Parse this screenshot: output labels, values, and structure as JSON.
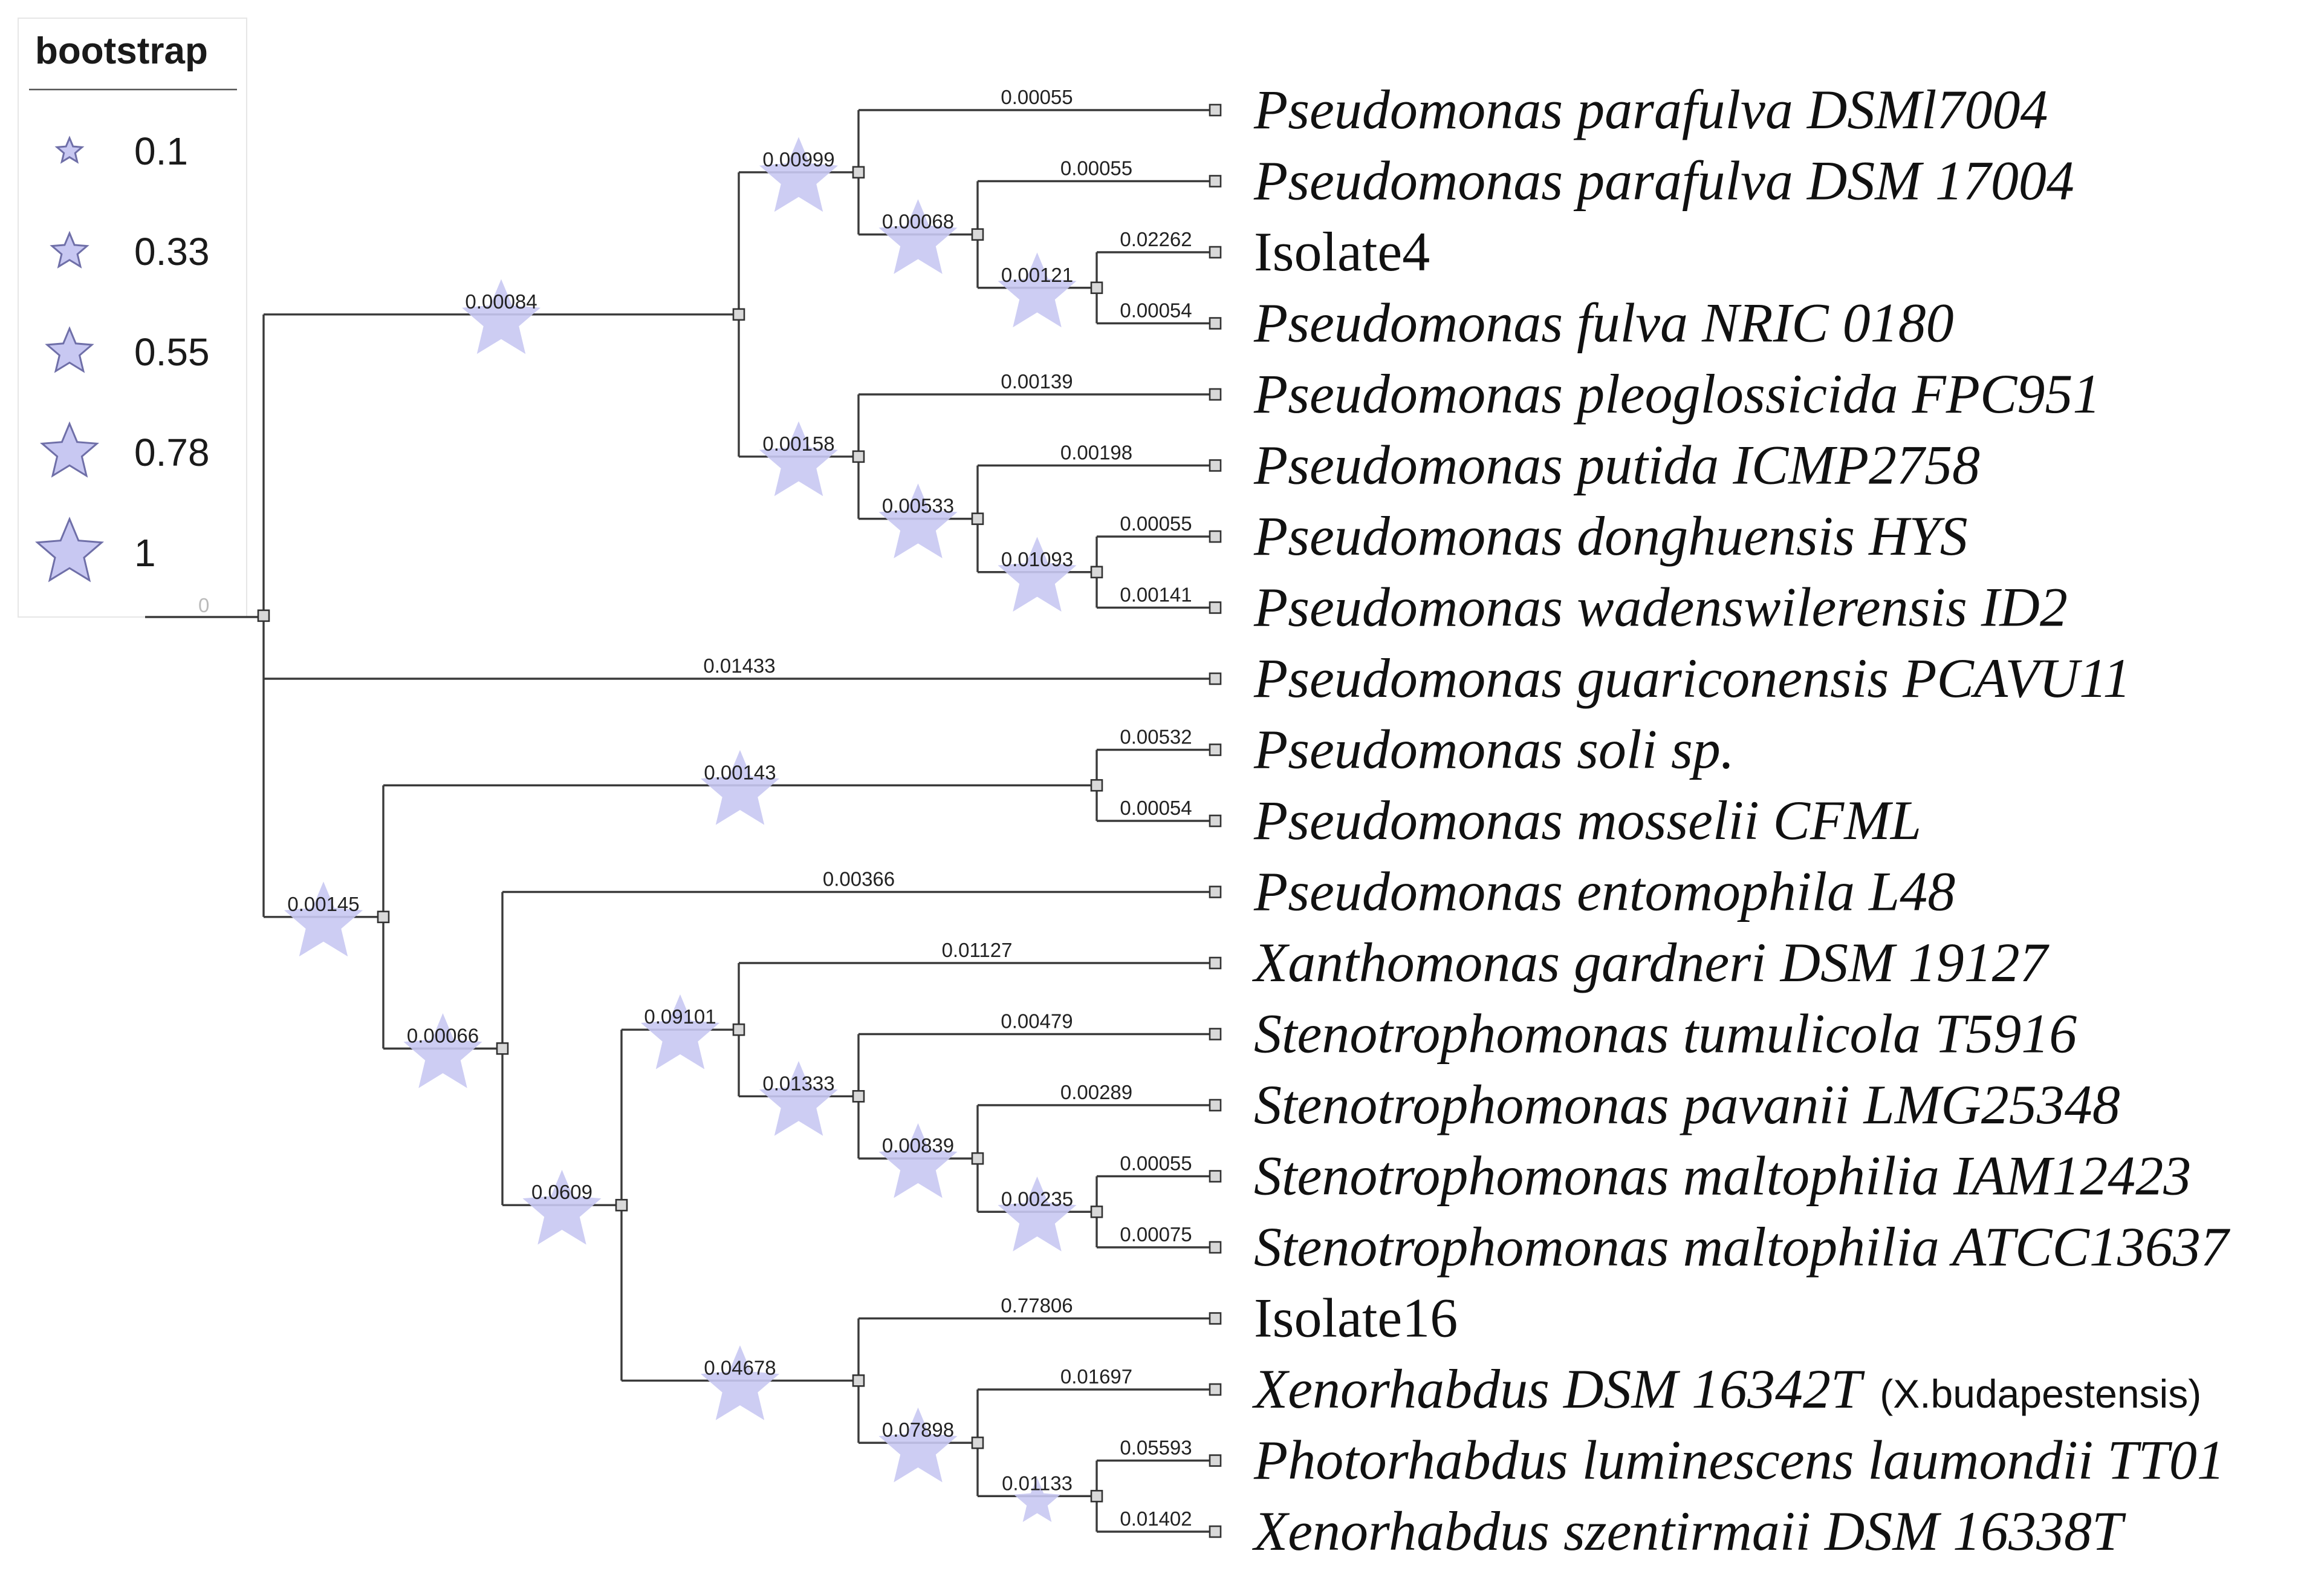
{
  "legend": {
    "title": "bootstrap",
    "items": [
      {
        "label": "0.1",
        "value": 0.1
      },
      {
        "label": "0.33",
        "value": 0.33
      },
      {
        "label": "0.55",
        "value": 0.55
      },
      {
        "label": "0.78",
        "value": 0.78
      },
      {
        "label": "1",
        "value": 1
      }
    ]
  },
  "colors": {
    "branch": "#3a3a3a",
    "star_fill": "#c8c8f2",
    "node_fill": "#d9d9d9"
  },
  "root_label": "0",
  "branch_lengths": {
    "clade_top": "0.00084",
    "clade_parafulva": "0.00999",
    "parafulva_dsml7004": "0.00055",
    "clade_isolate4": "0.00068",
    "parafulva_dsm17004": "0.00055",
    "clade_isolate4_fulva": "0.00121",
    "isolate4": "0.02262",
    "fulva": "0.00054",
    "clade_putida": "0.00158",
    "pleoglossicida": "0.00139",
    "clade_putida_inner": "0.00533",
    "putida": "0.00198",
    "clade_dong": "0.01093",
    "donghuensis": "0.00055",
    "wadenswilerensis": "0.00141",
    "guariconensis": "0.01433",
    "clade_bottom": "0.00145",
    "clade_soli": "0.00143",
    "soli": "0.00532",
    "mosselii": "0.00054",
    "clade_rest": "0.00066",
    "entomophila": "0.00366",
    "clade_xs": "0.0609",
    "clade_steno": "0.09101",
    "gardneri": "0.01127",
    "clade_steno_inner": "0.01333",
    "tumulicola": "0.00479",
    "clade_steno2": "0.00839",
    "pavanii": "0.00289",
    "clade_malto": "0.00235",
    "maltophilia_iam": "0.00055",
    "maltophilia_atcc": "0.00075",
    "clade_xeno": "0.04678",
    "isolate16": "0.77806",
    "clade_xeno_inner": "0.07898",
    "xeno_dsm16342": "0.01697",
    "clade_photo": "0.01133",
    "photorhabdus": "0.05593",
    "szentirmaii": "0.01402"
  },
  "taxa": [
    {
      "label": "Pseudomonas parafulva DSMl7004",
      "italic": true
    },
    {
      "label": "Pseudomonas parafulva DSM 17004",
      "italic": true
    },
    {
      "label": "Isolate4",
      "italic": false
    },
    {
      "label": "Pseudomonas fulva NRIC 0180",
      "italic": true
    },
    {
      "label": "Pseudomonas  pleoglossicida  FPC951",
      "italic": true
    },
    {
      "label": "Pseudomonas putida ICMP2758",
      "italic": true
    },
    {
      "label": "Pseudomonas donghuensis HYS",
      "italic": true
    },
    {
      "label": "Pseudomonas wadenswilerensis  ID2",
      "italic": true
    },
    {
      "label": "Pseudomonas guariconensis PCAVU11",
      "italic": true
    },
    {
      "label": "Pseudomonas soli sp.",
      "italic": true
    },
    {
      "label": "Pseudomonas mosselii CFML",
      "italic": true
    },
    {
      "label": "Pseudomonas  entomophila L48",
      "italic": true
    },
    {
      "label": "Xanthomonas gardneri DSM 19127",
      "italic": true
    },
    {
      "label": "Stenotrophomonas tumulicola T5916",
      "italic": true
    },
    {
      "label": "Stenotrophomonas pavanii LMG25348",
      "italic": true
    },
    {
      "label": "Stenotrophomonas  maltophilia IAM12423",
      "italic": true
    },
    {
      "label": "Stenotrophomonas maltophilia ATCC13637",
      "italic": true
    },
    {
      "label": "Isolate16",
      "italic": false
    },
    {
      "label": "Xenorhabdus DSM 16342T",
      "italic": true,
      "note": "(X.budapestensis)"
    },
    {
      "label": "Photorhabdus luminescens laumondii TT01",
      "italic": true
    },
    {
      "label": "Xenorhabdus szentirmaii DSM 16338T",
      "italic": true
    }
  ],
  "bootstrap": {
    "clade_top": 0.78,
    "clade_parafulva": 0.78,
    "clade_isolate4": 0.78,
    "clade_isolate4_fulva": 0.78,
    "clade_putida": 0.78,
    "clade_putida_inner": 0.78,
    "clade_dong": 0.78,
    "clade_bottom": 0.78,
    "clade_soli": 0.78,
    "clade_rest": 0.78,
    "clade_xs": 0.78,
    "clade_steno": 0.78,
    "clade_steno_inner": 0.78,
    "clade_steno2": 0.78,
    "clade_malto": 0.78,
    "clade_xeno": 0.78,
    "clade_xeno_inner": 0.78,
    "clade_photo": 0.33
  }
}
